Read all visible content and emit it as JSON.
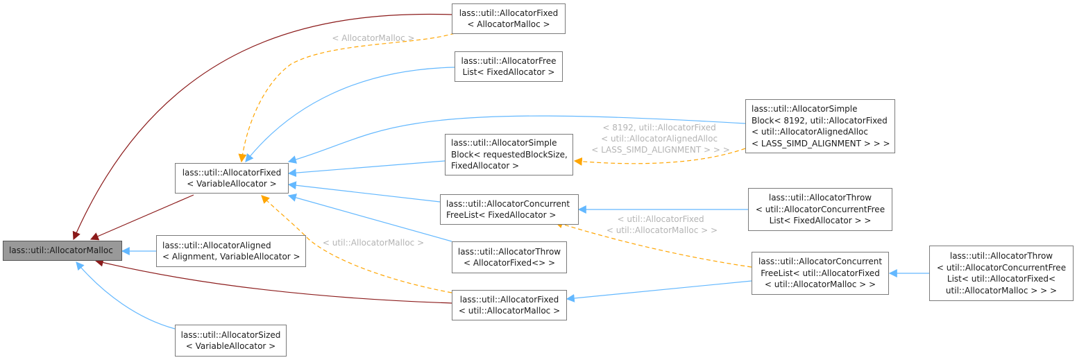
{
  "colors": {
    "inheritance_direct": "#8b1a1a",
    "inheritance": "#63b8ff",
    "template_instance": "#ffa500",
    "root_fill": "#999999",
    "edge_label": "#b4b4b4"
  },
  "nodes": {
    "malloc": {
      "lines": [
        "lass::util::AllocatorMalloc"
      ]
    },
    "fixed_malloc_top": {
      "lines": [
        "lass::util::AllocatorFixed",
        "< AllocatorMalloc >"
      ]
    },
    "freelist_fixed": {
      "lines": [
        "lass::util::AllocatorFree",
        "List< FixedAllocator >"
      ]
    },
    "fixed_variable": {
      "lines": [
        "lass::util::AllocatorFixed",
        "< VariableAllocator >"
      ]
    },
    "simple_block_8192": {
      "lines": [
        "lass::util::AllocatorSimple",
        "Block< 8192, util::AllocatorFixed",
        "< util::AllocatorAlignedAlloc",
        "< LASS_SIMD_ALIGNMENT > > >"
      ]
    },
    "simple_block_req": {
      "lines": [
        "lass::util::AllocatorSimple",
        "Block< requestedBlockSize,",
        "FixedAllocator >"
      ]
    },
    "concurrent_fixed": {
      "lines": [
        "lass::util::AllocatorConcurrent",
        "FreeList< FixedAllocator >"
      ]
    },
    "throw_concurrent_fixed": {
      "lines": [
        "lass::util::AllocatorThrow",
        "< util::AllocatorConcurrentFree",
        "List< FixedAllocator > >"
      ]
    },
    "aligned": {
      "lines": [
        "lass::util::AllocatorAligned",
        "< Alignment, VariableAllocator >"
      ]
    },
    "throw_fixed": {
      "lines": [
        "lass::util::AllocatorThrow",
        "< AllocatorFixed<> >"
      ]
    },
    "concurrent_util_fixed": {
      "lines": [
        "lass::util::AllocatorConcurrent",
        "FreeList< util::AllocatorFixed",
        "< util::AllocatorMalloc > >"
      ]
    },
    "throw_concurrent_util": {
      "lines": [
        "lass::util::AllocatorThrow",
        "< util::AllocatorConcurrentFree",
        "List< util::AllocatorFixed<",
        "util::AllocatorMalloc > > >"
      ]
    },
    "fixed_util_malloc": {
      "lines": [
        "lass::util::AllocatorFixed",
        "< util::AllocatorMalloc >"
      ]
    },
    "sized": {
      "lines": [
        "lass::util::AllocatorSized",
        "< VariableAllocator >"
      ]
    }
  },
  "edge_labels": {
    "allocator_malloc": [
      "< AllocatorMalloc >"
    ],
    "simd_8192": [
      "< 8192, util::AllocatorFixed",
      "< util::AllocatorAlignedAlloc",
      "< LASS_SIMD_ALIGNMENT > > >"
    ],
    "util_fixed_malloc": [
      "< util::AllocatorFixed",
      "< util::AllocatorMalloc > >"
    ],
    "util_malloc": [
      "< util::AllocatorMalloc >"
    ]
  }
}
